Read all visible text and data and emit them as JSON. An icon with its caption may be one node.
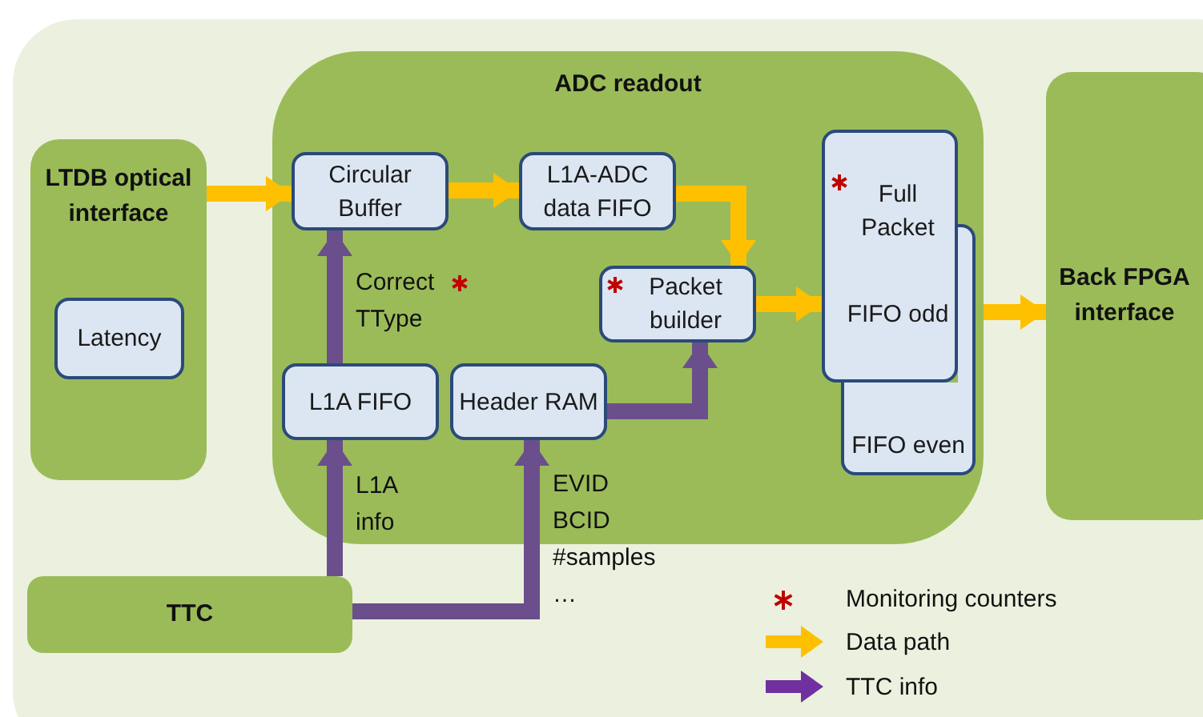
{
  "diagram": {
    "nodes": [
      {
        "text": [
          "LTDB optical interface"
        ]
      },
      {
        "text": [
          "Latency"
        ],
        "in": 0
      },
      {
        "text": [
          "ADC readout"
        ]
      },
      {
        "text": [
          "Circular Buffer"
        ],
        "in": 2
      },
      {
        "text": [
          "L1A-ADC data FIFO"
        ],
        "in": 2
      },
      {
        "text": [
          "Packet builder"
        ],
        "in": 2
      },
      {
        "text": [
          "L1A FIFO"
        ],
        "in": 2
      },
      {
        "text": [
          "Header RAM"
        ],
        "in": 2
      },
      {
        "text": [
          "FIFO even"
        ],
        "in": 2
      },
      {
        "text": [
          "Full Packet",
          "FIFO odd"
        ],
        "in": 2
      },
      {
        "text": [
          "Back FPGA interface"
        ]
      },
      {
        "text": [
          "TTC"
        ]
      }
    ],
    "edges": [
      {
        "from": 0,
        "to": 3,
        "arrow": "to"
      },
      {
        "from": 3,
        "to": 4,
        "arrow": "to"
      },
      {
        "from": 4,
        "to": 5,
        "arrow": "to"
      },
      {
        "from": 5,
        "to": 9,
        "arrow": "to"
      },
      {
        "from": 2,
        "to": 10,
        "arrow": "to"
      },
      {
        "from": 6,
        "to": 3,
        "arrow": "to",
        "label": "Correct TType",
        "color": "#6b4f8c"
      },
      {
        "from": 7,
        "to": 5,
        "arrow": "to",
        "color": "#6b4f8c"
      },
      {
        "from": 11,
        "to": 6,
        "arrow": "to",
        "label": "L1A info",
        "color": "#6b4f8c"
      },
      {
        "from": 11,
        "to": 7,
        "arrow": "to",
        "label": "EVID BCID #samples …",
        "color": "#6b4f8c"
      }
    ],
    "legend": [
      {
        "text": "Monitoring counters"
      },
      {
        "text": "Data path",
        "color": "#ffc000"
      },
      {
        "text": "TTC info",
        "color": "#7030a0"
      }
    ]
  }
}
